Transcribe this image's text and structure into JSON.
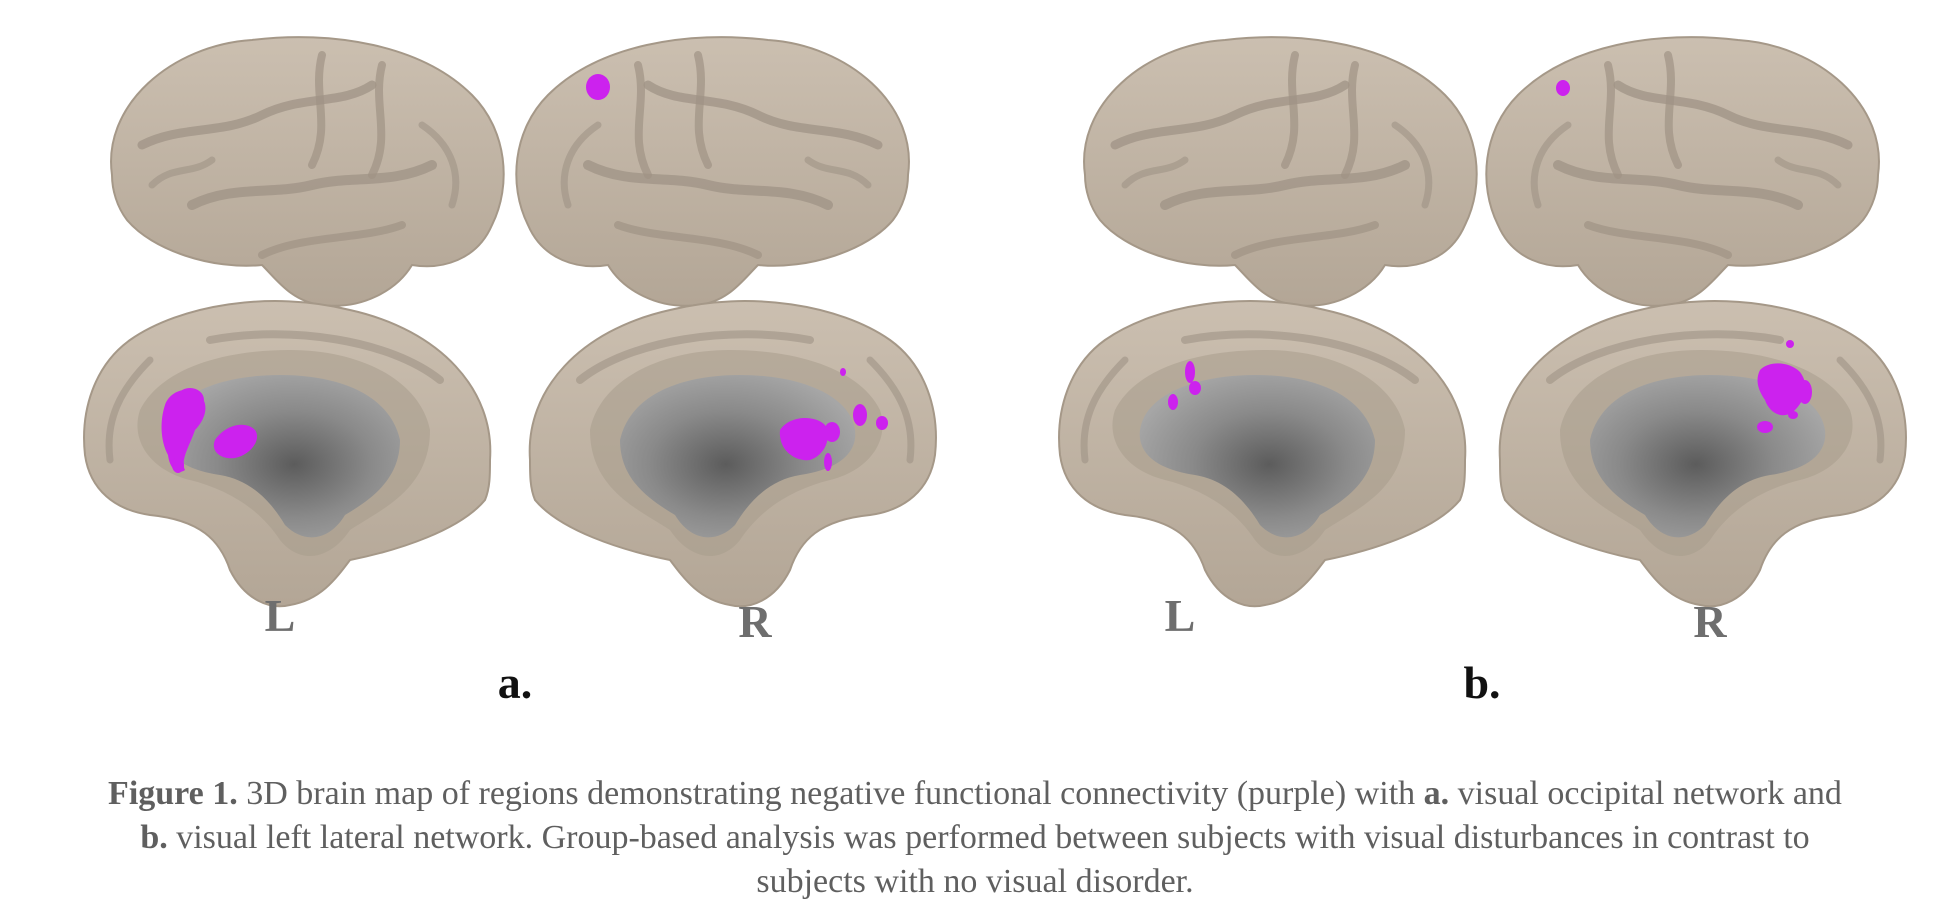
{
  "panels": [
    {
      "id": "a",
      "label": "a.",
      "left_label": "L",
      "right_label": "R"
    },
    {
      "id": "b",
      "label": "b.",
      "left_label": "L",
      "right_label": "R"
    }
  ],
  "colors": {
    "cortex": "#c4b8a9",
    "cortex_dark": "#a89c8d",
    "sulcus": "#9f9385",
    "medial_wall": "#9e9e9e",
    "medial_wall_dark": "#6b6b6b",
    "activation": "#cc22ee",
    "label_gray": "#6e6e6e",
    "panel_label": "#111111",
    "caption_text": "#5f5f5f"
  },
  "caption": {
    "figure_label": "Figure 1.",
    "line1_text": " 3D brain map of regions demonstrating negative functional connectivity (purple) with ",
    "line1_a": "a.",
    "line1_tail": " visual occipital network and",
    "line2_b": "b.",
    "line2_text": " visual left lateral network. Group-based analysis was performed between subjects with visual disturbances in contrast to",
    "line3_text": "subjects with no visual disorder."
  }
}
